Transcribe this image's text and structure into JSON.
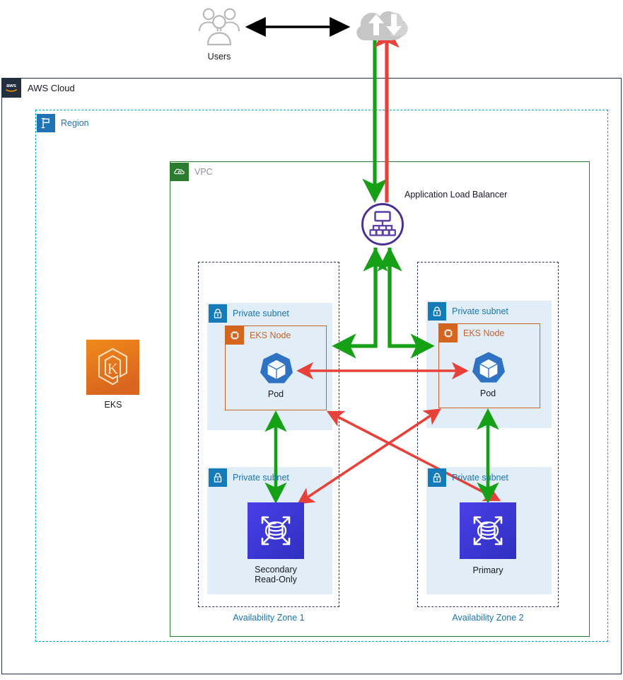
{
  "diagram": {
    "title": "AWS EKS multi-AZ architecture with Aurora database",
    "colors": {
      "aws_navy": "#232f3e",
      "region_blue": "#00a1c9",
      "vpc_green": "#2a7b2e",
      "subnet_fill": "#e2eef7",
      "subnet_label": "#1b74ad",
      "eks_orange": "#c8622a",
      "arrow_green": "#16a016",
      "arrow_red": "#e8413a",
      "arrow_black": "#000000",
      "alb_purple": "#5a3ea8",
      "pod_blue": "#2f72c4",
      "db_blue": "#3a3ed8",
      "cloud_gray": "#c6c6c6"
    }
  },
  "containers": {
    "aws_cloud": {
      "label": "AWS Cloud",
      "icon": "aws-logo-icon"
    },
    "region": {
      "label": "Region",
      "icon": "region-flag-icon"
    },
    "vpc": {
      "label": "VPC",
      "icon": "vpc-cloud-icon"
    },
    "availability_zones": [
      {
        "label": "Availability Zone 1"
      },
      {
        "label": "Availability Zone 2"
      }
    ],
    "subnets": [
      {
        "label": "Private subnet",
        "icon": "lock-icon",
        "zone": "Availability Zone 1",
        "tier": "compute"
      },
      {
        "label": "Private subnet",
        "icon": "lock-icon",
        "zone": "Availability Zone 2",
        "tier": "compute"
      },
      {
        "label": "Private subnet",
        "icon": "lock-icon",
        "zone": "Availability Zone 1",
        "tier": "data"
      },
      {
        "label": "Private subnet",
        "icon": "lock-icon",
        "zone": "Availability Zone 2",
        "tier": "data"
      }
    ],
    "eks_nodes": [
      {
        "label": "EKS Node",
        "icon": "chip-icon",
        "zone": "Availability Zone 1"
      },
      {
        "label": "EKS Node",
        "icon": "chip-icon",
        "zone": "Availability Zone 2"
      }
    ]
  },
  "nodes": {
    "users": {
      "label": "Users",
      "icon": "users-icon"
    },
    "internet": {
      "label": "",
      "icon": "internet-cloud-icon"
    },
    "load_balancer": {
      "label": "Application Load Balancer",
      "icon": "application-load-balancer-icon"
    },
    "eks_service": {
      "label": "EKS",
      "icon": "eks-logo-icon"
    },
    "pods": [
      {
        "label": "Pod",
        "icon": "kubernetes-pod-icon",
        "zone": "Availability Zone 1"
      },
      {
        "label": "Pod",
        "icon": "kubernetes-pod-icon",
        "zone": "Availability Zone 2"
      }
    ],
    "databases": [
      {
        "label": "Secondary\nRead-Only",
        "line1": "Secondary",
        "line2": "Read-Only",
        "icon": "aurora-database-icon",
        "zone": "Availability Zone 1"
      },
      {
        "label": "Primary",
        "line1": "Primary",
        "line2": "",
        "icon": "aurora-database-icon",
        "zone": "Availability Zone 2"
      }
    ]
  },
  "connections": [
    {
      "from": "Users",
      "to": "Internet",
      "color": "#000000",
      "direction": "bidirectional"
    },
    {
      "from": "Internet",
      "to": "Application Load Balancer",
      "color": "#16a016",
      "direction": "down"
    },
    {
      "from": "Application Load Balancer",
      "to": "Internet",
      "color": "#e8413a",
      "direction": "up"
    },
    {
      "from": "Application Load Balancer",
      "to": "EKS Node AZ1",
      "color": "#16a016",
      "direction": "down-left"
    },
    {
      "from": "Application Load Balancer",
      "to": "EKS Node AZ2",
      "color": "#16a016",
      "direction": "down-right"
    },
    {
      "from": "Pod AZ1",
      "to": "Pod AZ2",
      "color": "#e8413a",
      "direction": "bidirectional"
    },
    {
      "from": "EKS Node AZ1",
      "to": "Primary",
      "color": "#e8413a",
      "direction": "bidirectional"
    },
    {
      "from": "EKS Node AZ2",
      "to": "Secondary Read-Only",
      "color": "#e8413a",
      "direction": "bidirectional"
    },
    {
      "from": "EKS Node AZ1",
      "to": "Secondary Read-Only",
      "color": "#16a016",
      "direction": "bidirectional"
    },
    {
      "from": "EKS Node AZ2",
      "to": "Primary",
      "color": "#16a016",
      "direction": "bidirectional"
    }
  ]
}
